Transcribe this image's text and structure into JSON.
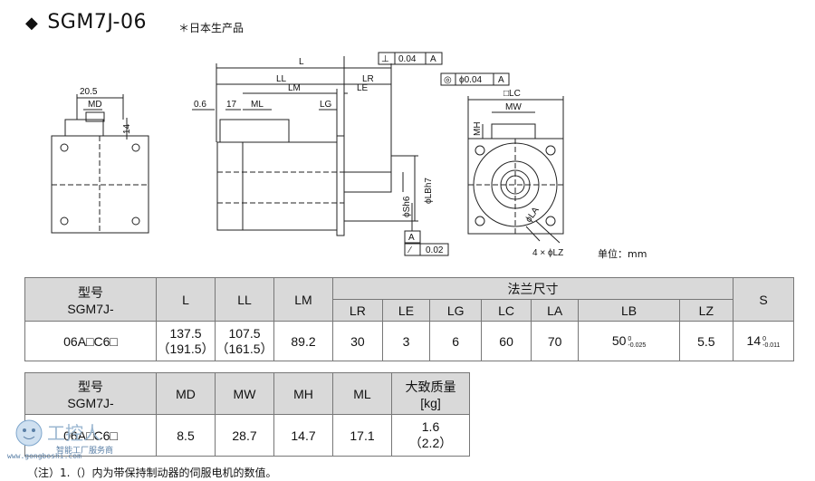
{
  "header": {
    "bullet": "◆",
    "model": "SGM7J-06",
    "origin_note": "＊日本生产品"
  },
  "drawing": {
    "units_label": "单位：mm",
    "dims": {
      "w205": "20.5",
      "md": "MD",
      "d14": "14",
      "L": "L",
      "LL": "LL",
      "LM": "LM",
      "LR": "LR",
      "LE": "LE",
      "LG": "LG",
      "ML": "ML",
      "d06": "0.6",
      "d17": "17",
      "perp_tol": "0.04",
      "datum_a": "A",
      "perp_sym": "⊥",
      "runout_sym": "◎",
      "runout_tol": "ϕ0.04",
      "LC": "□LC",
      "MW": "MW",
      "MH": "MH",
      "LA": "ϕLA",
      "LBh7": "ϕLBh7",
      "Sh6": "ϕSh6",
      "flat_sym": "⁄",
      "flat_tol": "0.02",
      "LZ": "4 × ϕLZ"
    }
  },
  "table1": {
    "model_header_l1": "型号",
    "model_header_l2": "SGM7J-",
    "col_L": "L",
    "col_LL": "LL",
    "col_LM": "LM",
    "flange_header": "法兰尺寸",
    "flange_cols": [
      "LR",
      "LE",
      "LG",
      "LC",
      "LA",
      "LB",
      "LZ"
    ],
    "col_S": "S",
    "row": {
      "model": "06A□C6□",
      "L_l1": "137.5",
      "L_l2": "（191.5）",
      "LL_l1": "107.5",
      "LL_l2": "（161.5）",
      "LM": "89.2",
      "LR": "30",
      "LE": "3",
      "LG": "6",
      "LC": "60",
      "LA": "70",
      "LB": "50",
      "LB_tol_up": "0",
      "LB_tol_down": "-0.025",
      "LZ": "5.5",
      "S": "14",
      "S_tol_up": "0",
      "S_tol_down": "-0.011"
    }
  },
  "table2": {
    "model_header_l1": "型号",
    "model_header_l2": "SGM7J-",
    "cols": [
      "MD",
      "MW",
      "MH",
      "ML"
    ],
    "mass_l1": "大致质量",
    "mass_l2": "[kg]",
    "row": {
      "model": "06A□C6□",
      "MD": "8.5",
      "MW": "28.7",
      "MH": "14.7",
      "ML": "17.1",
      "mass_l1": "1.6",
      "mass_l2": "（2.2）"
    }
  },
  "note": "（注）1.（）内为带保持制动器的伺服电机的数值。",
  "watermark": {
    "text1": "工控人",
    "text2": "智能工厂服务商",
    "text3": "www.gongboshi.com"
  }
}
